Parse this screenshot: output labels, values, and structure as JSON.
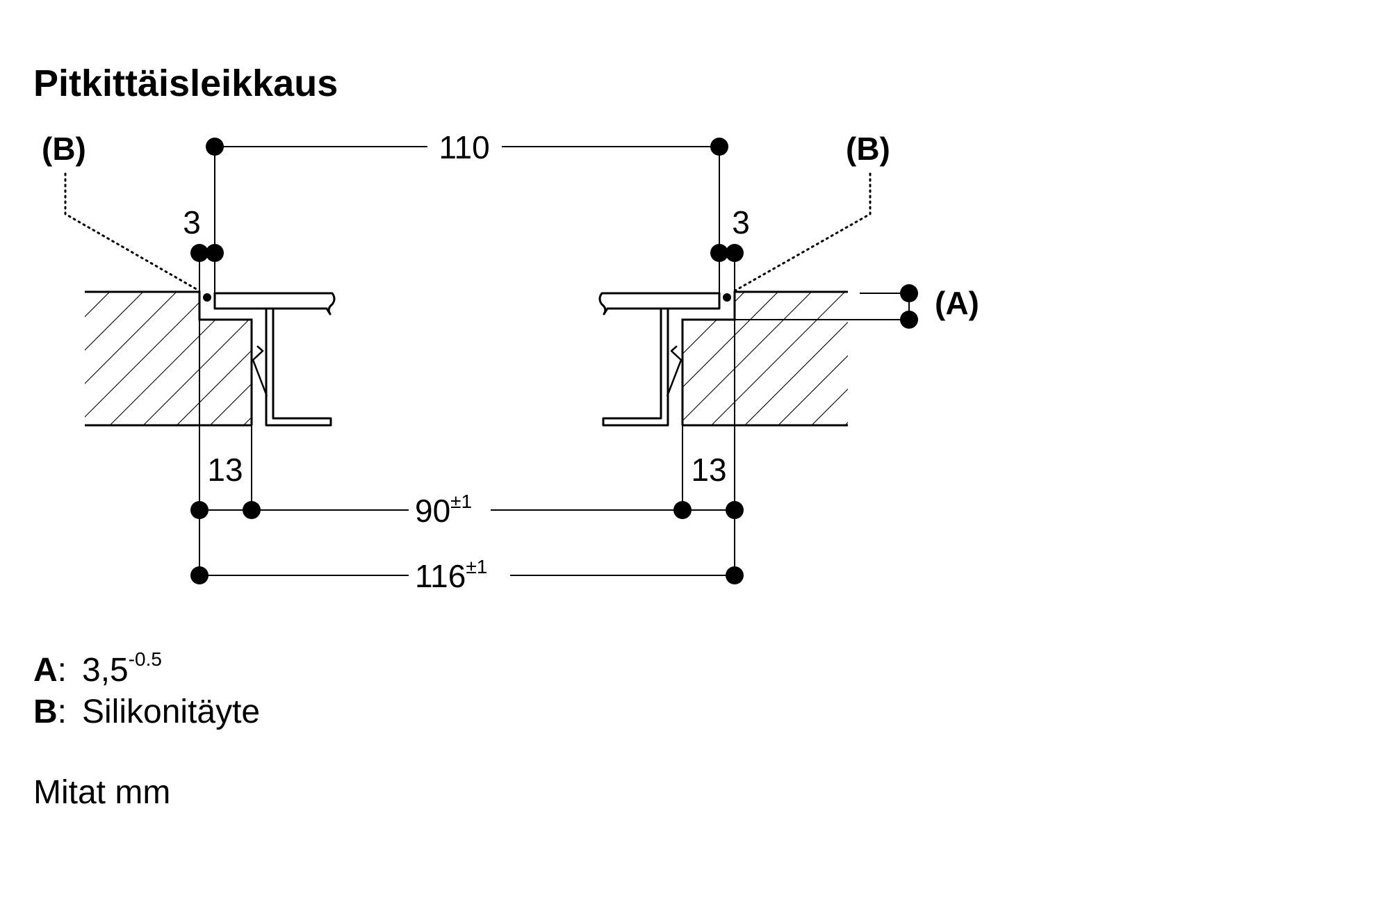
{
  "title": "Pitkittäisleikkaus",
  "labels": {
    "b_left": "(B)",
    "b_right": "(B)",
    "a_right": "(A)",
    "dim_top": "110",
    "dim_gap_left": "3",
    "dim_gap_right": "3",
    "dim_13_left": "13",
    "dim_13_right": "13",
    "dim_90": "90",
    "dim_90_tol": "±1",
    "dim_116": "116",
    "dim_116_tol": "±1"
  },
  "legend": {
    "a_key": "A",
    "a_colon": ":",
    "a_value": "3,5",
    "a_tol": "-0.5",
    "b_key": "B",
    "b_colon": ":",
    "b_value": "Silikonitäyte"
  },
  "units_note": "Mitat mm"
}
